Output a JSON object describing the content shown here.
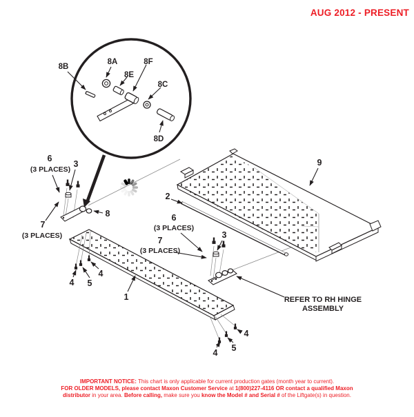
{
  "header": {
    "revision": "AUG 2012 - PRESENT"
  },
  "diagram": {
    "labels": {
      "n1": "1",
      "n2": "2",
      "n3": "3",
      "n4": "4",
      "n5": "5",
      "n6": "6",
      "n7": "7",
      "n8": "8",
      "n9": "9"
    },
    "places": "(3 PLACES)",
    "detail": {
      "b8a": "8A",
      "b8b": "8B",
      "b8c": "8C",
      "b8d": "8D",
      "b8e": "8E",
      "b8f": "8F"
    },
    "refer": {
      "line1": "REFER TO RH HINGE",
      "line2": "ASSEMBLY"
    }
  },
  "notice": {
    "line1_bold": "IMPORTANT NOTICE:",
    "line1_rest": " This chart is only applicable for current production gates (month year to current).",
    "line2_bold1": "FOR OLDER MODELS, please contact Maxon Customer Service",
    "line2_rest1": " at ",
    "line2_bold2": "1(800)227-4116 OR contact a qualified Maxon",
    "line3_bold1": "distributor",
    "line3_rest1": " in your area. ",
    "line3_bold2": "Before calling,",
    "line3_rest2": " make sure you ",
    "line3_bold3": "know the Model # and Serial #",
    "line3_rest3": " of the Liftgate(s) in question."
  },
  "colors": {
    "accent_red": "#ED1C24",
    "line": "#231f20"
  }
}
